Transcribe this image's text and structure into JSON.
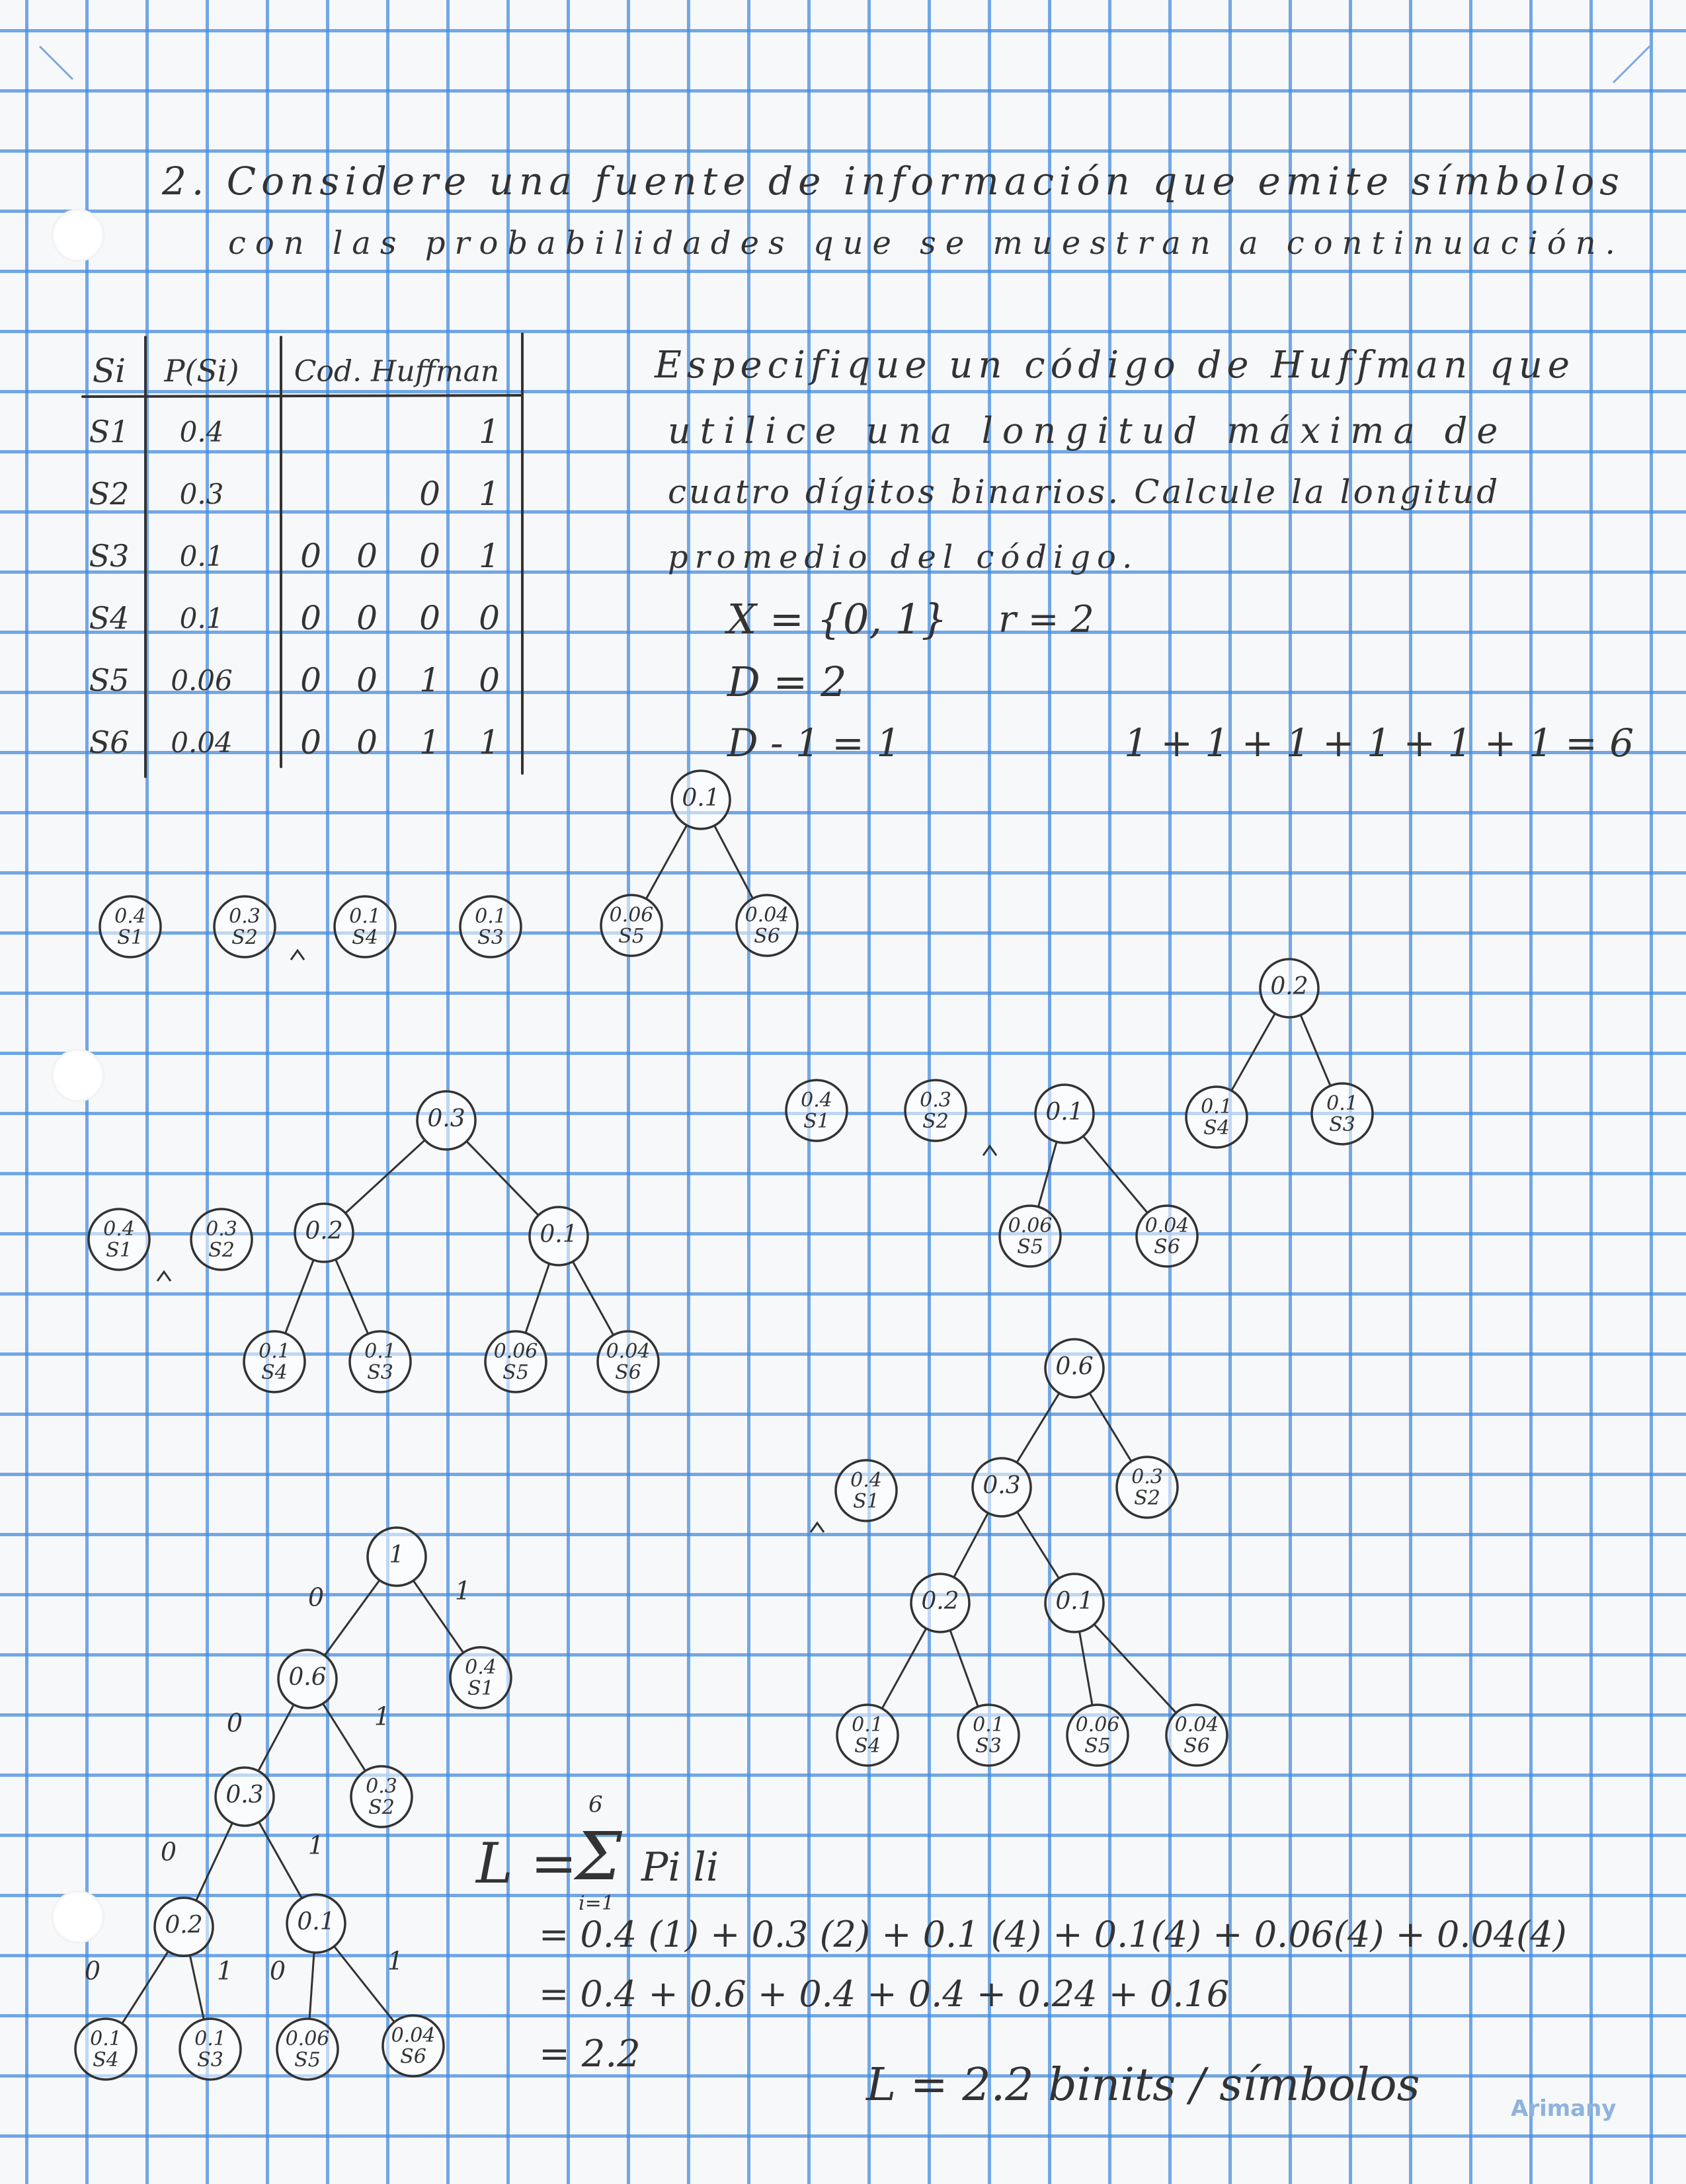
{
  "problem": {
    "line1": "2. Considere una fuente de información que emite símbolos",
    "line2": "con las probabilidades que se muestran a continuación."
  },
  "instructions": {
    "line1": "Especifique un código de Huffman que",
    "line2": "utilice una longitud máxima de",
    "line3": "cuatro dígitos binarios. Calcule la longitud",
    "line4": "promedio del código."
  },
  "setup": {
    "alphabet": "X = {0, 1}",
    "radix": "r = 2",
    "d": "D = 2",
    "d_minus_1": "D - 1 = 1",
    "sum": "1 + 1 + 1 + 1 + 1 + 1 = 6"
  },
  "table": {
    "headers": [
      "Si",
      "P(Si)",
      "Cod. Huffman"
    ],
    "rows": [
      {
        "s": "S1",
        "p": "0.4",
        "code": [
          "",
          "",
          "",
          "1"
        ]
      },
      {
        "s": "S2",
        "p": "0.3",
        "code": [
          "",
          "",
          "0",
          "1"
        ]
      },
      {
        "s": "S3",
        "p": "0.1",
        "code": [
          "0",
          "0",
          "0",
          "1"
        ]
      },
      {
        "s": "S4",
        "p": "0.1",
        "code": [
          "0",
          "0",
          "0",
          "0"
        ]
      },
      {
        "s": "S5",
        "p": "0.06",
        "code": [
          "0",
          "0",
          "1",
          "0"
        ]
      },
      {
        "s": "S6",
        "p": "0.04",
        "code": [
          "0",
          "0",
          "1",
          "1"
        ]
      }
    ]
  },
  "trees": [
    {
      "nodes": [
        {
          "id": "a1",
          "v": "0.4",
          "s": "S1"
        },
        {
          "id": "a2",
          "v": "0.3",
          "s": "S2"
        },
        {
          "id": "a3",
          "v": "0.1",
          "s": "S4"
        },
        {
          "id": "a4",
          "v": "0.1",
          "s": "S3"
        },
        {
          "id": "a5",
          "v": "0.06",
          "s": "S5"
        },
        {
          "id": "a6",
          "v": "0.04",
          "s": "S6"
        },
        {
          "id": "ar",
          "v": "0.1",
          "s": ""
        }
      ],
      "edges": [
        [
          "ar",
          "a5"
        ],
        [
          "ar",
          "a6"
        ]
      ]
    },
    {
      "nodes": [
        {
          "id": "b1",
          "v": "0.4",
          "s": "S1"
        },
        {
          "id": "b2",
          "v": "0.3",
          "s": "S2"
        },
        {
          "id": "b3",
          "v": "0.1",
          "s": ""
        },
        {
          "id": "b4",
          "v": "0.06",
          "s": "S5"
        },
        {
          "id": "b5",
          "v": "0.04",
          "s": "S6"
        },
        {
          "id": "b6",
          "v": "0.2",
          "s": ""
        },
        {
          "id": "b7",
          "v": "0.1",
          "s": "S4"
        },
        {
          "id": "b8",
          "v": "0.1",
          "s": "S3"
        }
      ],
      "edges": [
        [
          "b3",
          "b4"
        ],
        [
          "b3",
          "b5"
        ],
        [
          "b6",
          "b7"
        ],
        [
          "b6",
          "b8"
        ]
      ]
    },
    {
      "nodes": [
        {
          "id": "c1",
          "v": "0.4",
          "s": "S1"
        },
        {
          "id": "c2",
          "v": "0.3",
          "s": "S2"
        },
        {
          "id": "c3",
          "v": "0.3",
          "s": ""
        },
        {
          "id": "c4",
          "v": "0.2",
          "s": ""
        },
        {
          "id": "c5",
          "v": "0.1",
          "s": ""
        },
        {
          "id": "c6",
          "v": "0.1",
          "s": "S4"
        },
        {
          "id": "c7",
          "v": "0.1",
          "s": "S3"
        },
        {
          "id": "c8",
          "v": "0.06",
          "s": "S5"
        },
        {
          "id": "c9",
          "v": "0.04",
          "s": "S6"
        }
      ],
      "edges": [
        [
          "c3",
          "c4"
        ],
        [
          "c3",
          "c5"
        ],
        [
          "c4",
          "c6"
        ],
        [
          "c4",
          "c7"
        ],
        [
          "c5",
          "c8"
        ],
        [
          "c5",
          "c9"
        ]
      ]
    },
    {
      "nodes": [
        {
          "id": "d0",
          "v": "0.6",
          "s": ""
        },
        {
          "id": "d1",
          "v": "0.4",
          "s": "S1"
        },
        {
          "id": "d2",
          "v": "0.3",
          "s": ""
        },
        {
          "id": "d3",
          "v": "0.3",
          "s": "S2"
        },
        {
          "id": "d4",
          "v": "0.2",
          "s": ""
        },
        {
          "id": "d5",
          "v": "0.1",
          "s": ""
        },
        {
          "id": "d6",
          "v": "0.1",
          "s": "S4"
        },
        {
          "id": "d7",
          "v": "0.1",
          "s": "S3"
        },
        {
          "id": "d8",
          "v": "0.06",
          "s": "S5"
        },
        {
          "id": "d9",
          "v": "0.04",
          "s": "S6"
        }
      ],
      "edges": [
        [
          "d0",
          "d2"
        ],
        [
          "d0",
          "d3"
        ],
        [
          "d2",
          "d4"
        ],
        [
          "d2",
          "d5"
        ],
        [
          "d4",
          "d6"
        ],
        [
          "d4",
          "d7"
        ],
        [
          "d5",
          "d8"
        ],
        [
          "d5",
          "d9"
        ]
      ]
    },
    {
      "nodes": [
        {
          "id": "e0",
          "v": "1",
          "s": ""
        },
        {
          "id": "e1",
          "v": "0.6",
          "s": ""
        },
        {
          "id": "e2",
          "v": "0.4",
          "s": "S1"
        },
        {
          "id": "e3",
          "v": "0.3",
          "s": ""
        },
        {
          "id": "e4",
          "v": "0.3",
          "s": "S2"
        },
        {
          "id": "e5",
          "v": "0.2",
          "s": ""
        },
        {
          "id": "e6",
          "v": "0.1",
          "s": ""
        },
        {
          "id": "e7",
          "v": "0.1",
          "s": "S4"
        },
        {
          "id": "e8",
          "v": "0.1",
          "s": "S3"
        },
        {
          "id": "e9",
          "v": "0.06",
          "s": "S5"
        },
        {
          "id": "e10",
          "v": "0.04",
          "s": "S6"
        }
      ],
      "edges": [
        [
          "e0",
          "e1"
        ],
        [
          "e0",
          "e2"
        ],
        [
          "e1",
          "e3"
        ],
        [
          "e1",
          "e4"
        ],
        [
          "e3",
          "e5"
        ],
        [
          "e3",
          "e6"
        ],
        [
          "e5",
          "e7"
        ],
        [
          "e5",
          "e8"
        ],
        [
          "e6",
          "e9"
        ],
        [
          "e6",
          "e10"
        ]
      ],
      "bits": [
        "0",
        "1",
        "0",
        "1",
        "0",
        "1",
        "0",
        "1",
        "0",
        "1"
      ]
    }
  ],
  "formula": {
    "lhs": "L =",
    "sum_upper": "6",
    "sum_lower": "i=1",
    "sigma": "Σ",
    "term": "Pi li",
    "line1": "= 0.4 (1) + 0.3 (2) + 0.1 (4) + 0.1(4) + 0.06(4) + 0.04(4)",
    "line2": "= 0.4 + 0.6 + 0.4 + 0.4 + 0.24 + 0.16",
    "line3": "= 2.2",
    "result": "L = 2.2 binits / símbolos"
  },
  "brand": "Arimany",
  "colors": {
    "grid": "#468cdc",
    "ink": "#333333",
    "paper": "#f7f8fa"
  }
}
